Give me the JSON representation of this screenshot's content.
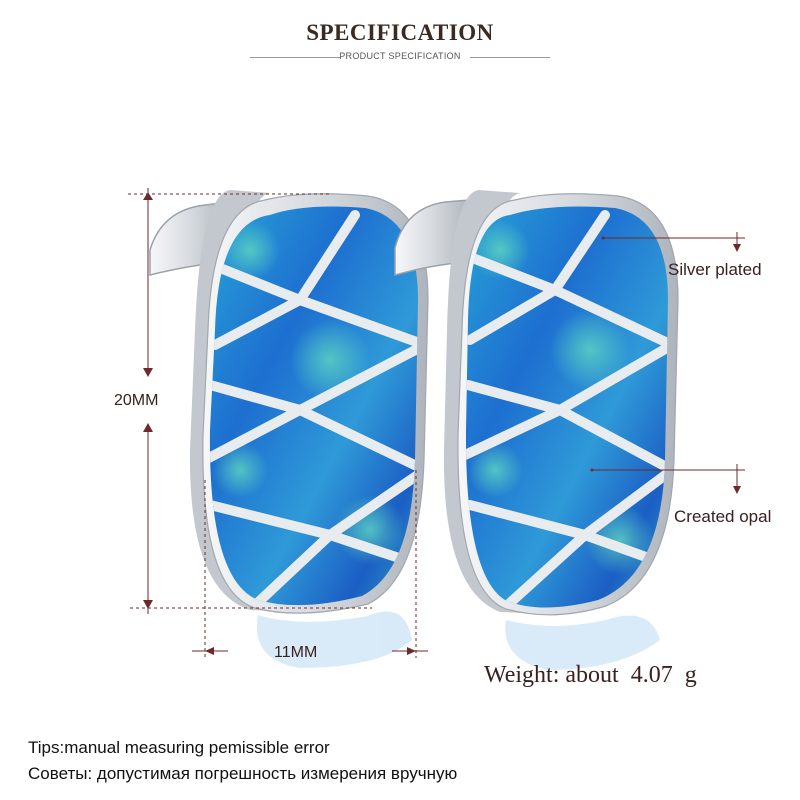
{
  "header": {
    "title": "SPECIFICATION",
    "subtitle": "PRODUCT SPECIFICATION"
  },
  "dimensions": {
    "height_label": "20MM",
    "width_label": "11MM"
  },
  "callouts": {
    "plating": "Silver plated",
    "stone": "Created opal"
  },
  "weight": {
    "prefix": "Weight: about",
    "value": "4.07",
    "unit": "g"
  },
  "tips": {
    "english": "Tips:manual measuring pemissible error",
    "russian": "Советы: допустимая погрешность измерения вручную"
  },
  "colors": {
    "title": "#3a2a22",
    "dimension_lines": "#6e2a2a",
    "opal_blue": "#1e7fd0",
    "opal_green": "#35b6b0",
    "silver": "#d9dde2"
  }
}
